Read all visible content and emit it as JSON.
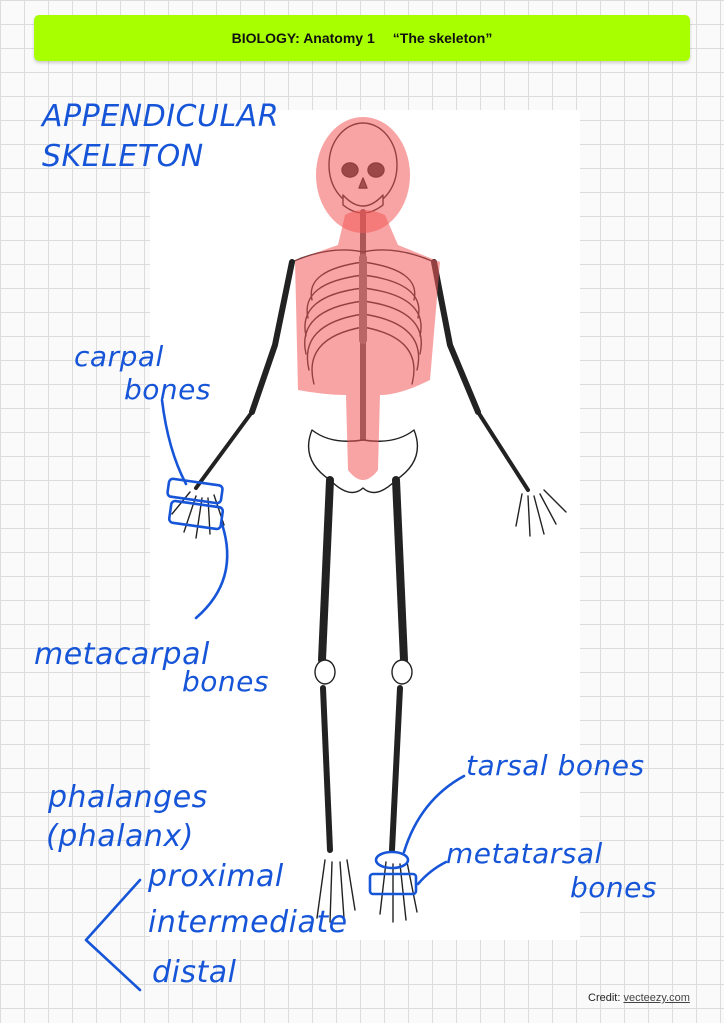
{
  "header": {
    "subject": "BIOLOGY: Anatomy 1",
    "topic": "“The skeleton”"
  },
  "notes": {
    "title_line1": "APPENDICULAR",
    "title_line2": "SKELETON",
    "carpal_line1": "carpal",
    "carpal_line2": "bones",
    "metacarpal_line1": "metacarpal",
    "metacarpal_line2": "bones",
    "tarsal": "tarsal bones",
    "metatarsal_line1": "metatarsal",
    "metatarsal_line2": "bones",
    "phalanges_line1": "phalanges",
    "phalanges_line2": "(phalanx)",
    "phalanx_types": [
      "proximal",
      "intermediate",
      "distal"
    ]
  },
  "colors": {
    "ink": "#1655d8",
    "banner": "#a8ff00",
    "axial_highlight": "#f25a5a"
  },
  "credit": {
    "label": "Credit:",
    "site": "vecteezy.com"
  }
}
